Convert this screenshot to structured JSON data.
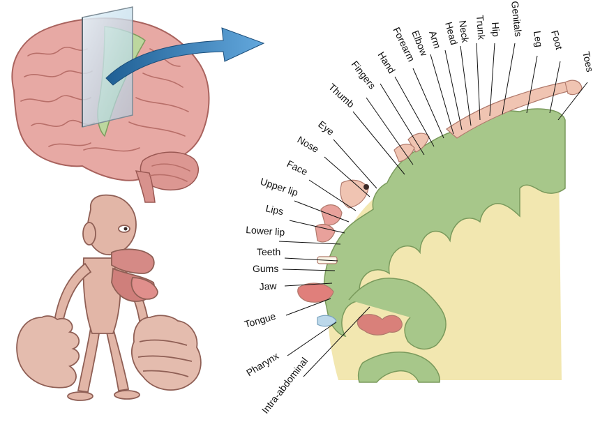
{
  "figure": {
    "labels": [
      "Toes",
      "Foot",
      "Leg",
      "Genitals",
      "Hip",
      "Trunk",
      "Neck",
      "Head",
      "Arm",
      "Elbow",
      "Forearm",
      "Hand",
      "Fingers",
      "Thumb",
      "Eye",
      "Nose",
      "Face",
      "Upper lip",
      "Lips",
      "Lower lip",
      "Teeth",
      "Gums",
      "Jaw",
      "Tongue",
      "Pharynx",
      "Intra-abdominal"
    ],
    "colors": {
      "cortex_green": "#a7c78a",
      "white_matter": "#f2e7b0",
      "brain_pink": "#e7a9a4",
      "homunculus_skin": "#e2b6a7",
      "arrow_blue": "#3b86c2"
    }
  }
}
